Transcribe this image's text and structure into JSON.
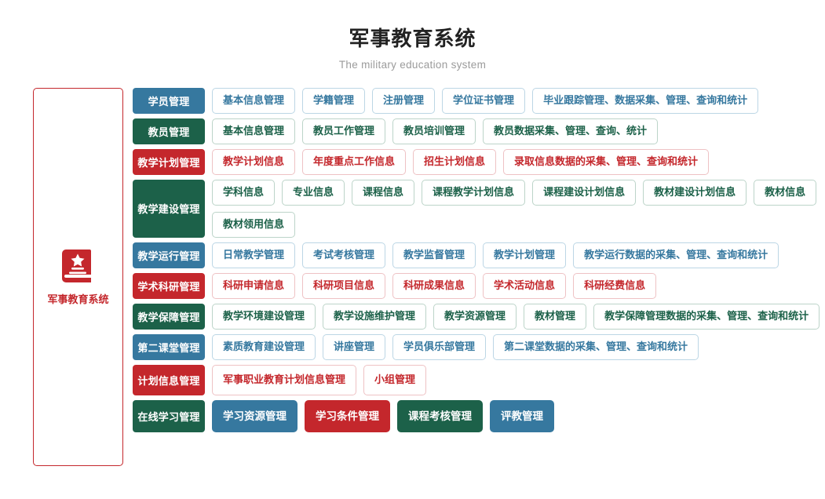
{
  "header": {
    "title": "军事教育系统",
    "subtitle": "The military education system"
  },
  "sidebar": {
    "logo_icon": "book-star-icon",
    "label": "军事教育系统",
    "border_color": "#c4272c",
    "label_color": "#c4272c"
  },
  "colors": {
    "blue": "#36789f",
    "green": "#1c6149",
    "red": "#c4272c",
    "title": "#222222",
    "subtitle": "#9b9b9b"
  },
  "rows": [
    {
      "label": "学员管理",
      "color": "blue",
      "items": [
        {
          "label": "基本信息管理"
        },
        {
          "label": "学籍管理"
        },
        {
          "label": "注册管理"
        },
        {
          "label": "学位证书管理"
        },
        {
          "label": "毕业跟踪管理、数据采集、管理、查询和统计"
        }
      ]
    },
    {
      "label": "教员管理",
      "color": "green",
      "items": [
        {
          "label": "基本信息管理"
        },
        {
          "label": "教员工作管理"
        },
        {
          "label": "教员培训管理"
        },
        {
          "label": "教员数据采集、管理、查询、统计"
        }
      ]
    },
    {
      "label": "教学计划管理",
      "color": "red",
      "items": [
        {
          "label": "教学计划信息"
        },
        {
          "label": "年度重点工作信息"
        },
        {
          "label": "招生计划信息"
        },
        {
          "label": "录取信息数据的采集、管理、查询和统计"
        }
      ]
    },
    {
      "label": "教学建设管理",
      "color": "green",
      "items": [
        {
          "label": "学科信息"
        },
        {
          "label": "专业信息"
        },
        {
          "label": "课程信息"
        },
        {
          "label": "课程教学计划信息"
        },
        {
          "label": "课程建设计划信息"
        },
        {
          "label": "教材建设计划信息"
        },
        {
          "label": "教材信息"
        },
        {
          "label": "教材领用信息"
        }
      ]
    },
    {
      "label": "教学运行管理",
      "color": "blue",
      "items": [
        {
          "label": "日常教学管理"
        },
        {
          "label": "考试考核管理"
        },
        {
          "label": "教学监督管理"
        },
        {
          "label": "教学计划管理"
        },
        {
          "label": "教学运行数据的采集、管理、查询和统计"
        }
      ]
    },
    {
      "label": "学术科研管理",
      "color": "red",
      "items": [
        {
          "label": "科研申请信息"
        },
        {
          "label": "科研项目信息"
        },
        {
          "label": "科研成果信息"
        },
        {
          "label": "学术活动信息"
        },
        {
          "label": "科研经费信息"
        }
      ]
    },
    {
      "label": "教学保障管理",
      "color": "green",
      "items": [
        {
          "label": "教学环境建设管理"
        },
        {
          "label": "教学设施维护管理"
        },
        {
          "label": "教学资源管理"
        },
        {
          "label": "教材管理"
        },
        {
          "label": "教学保障管理数据的采集、管理、查询和统计"
        }
      ]
    },
    {
      "label": "第二课堂管理",
      "color": "blue",
      "items": [
        {
          "label": "素质教育建设管理"
        },
        {
          "label": "讲座管理"
        },
        {
          "label": "学员俱乐部管理"
        },
        {
          "label": "第二课堂数据的采集、管理、查询和统计"
        }
      ]
    },
    {
      "label": "计划信息管理",
      "color": "red",
      "size": "tall",
      "items": [
        {
          "label": "军事职业教育计划信息管理"
        },
        {
          "label": "小组管理"
        }
      ]
    },
    {
      "label": "在线学习管理",
      "color": "green",
      "size": "xtall",
      "solid": true,
      "items": [
        {
          "label": "学习资源管理",
          "color": "blue"
        },
        {
          "label": "学习条件管理",
          "color": "red"
        },
        {
          "label": "课程考核管理",
          "color": "green"
        },
        {
          "label": "评教管理",
          "color": "blue"
        }
      ]
    }
  ]
}
